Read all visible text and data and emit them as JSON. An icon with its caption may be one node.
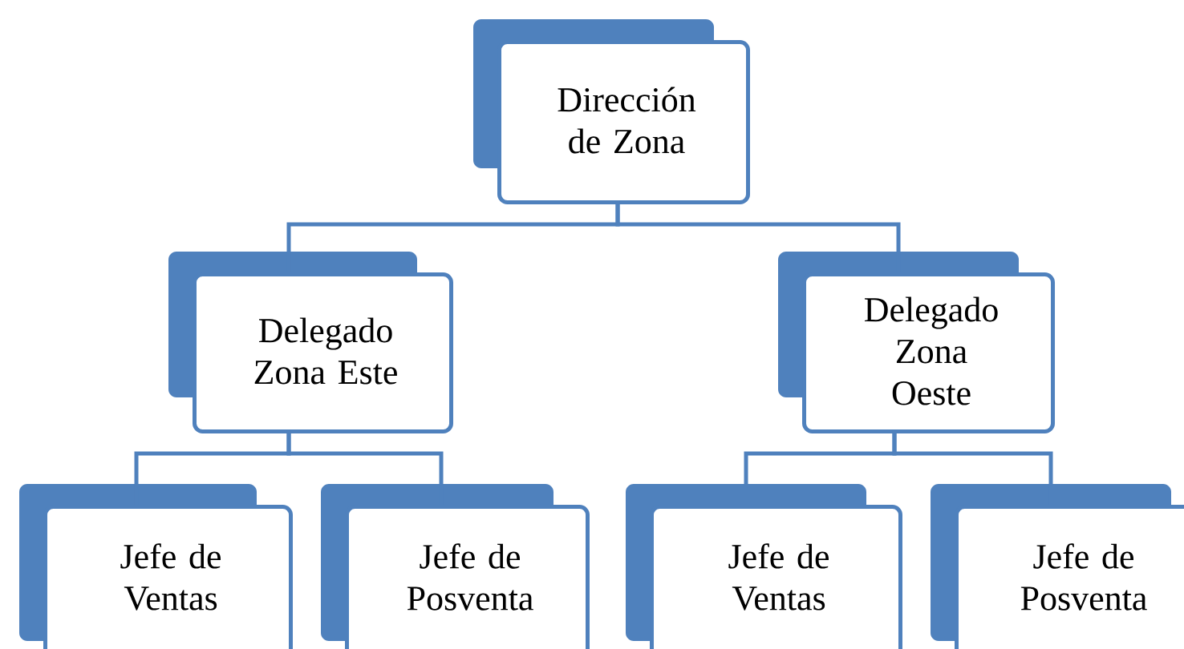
{
  "diagram": {
    "nodes": [
      {
        "text": [
          "Dirección de Zona"
        ]
      },
      {
        "text": [
          "Delegado Zona Este"
        ]
      },
      {
        "text": [
          "Delegado Zona Oeste"
        ]
      },
      {
        "text": [
          "Jefe de Ventas"
        ]
      },
      {
        "text": [
          "Jefe de Posventa"
        ]
      },
      {
        "text": [
          "Jefe de Ventas"
        ]
      },
      {
        "text": [
          "Jefe de Posventa"
        ]
      }
    ],
    "edges": [
      {
        "from": 0,
        "to": 1,
        "arrow": "none"
      },
      {
        "from": 0,
        "to": 2,
        "arrow": "none"
      },
      {
        "from": 1,
        "to": 3,
        "arrow": "none"
      },
      {
        "from": 1,
        "to": 4,
        "arrow": "none"
      },
      {
        "from": 2,
        "to": 5,
        "arrow": "none"
      },
      {
        "from": 2,
        "to": 6,
        "arrow": "none"
      }
    ]
  }
}
